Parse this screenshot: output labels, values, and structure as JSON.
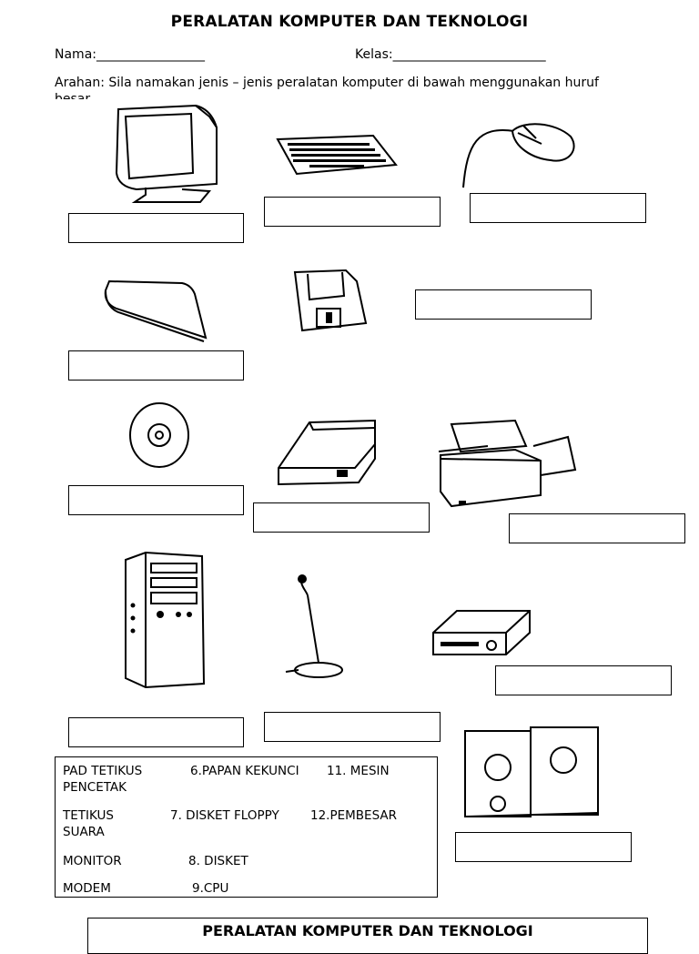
{
  "title": "PERALATAN  KOMPUTER DAN TEKNOLOGI",
  "fields": {
    "nama": "Nama:_________________",
    "kelas": "Kelas:________________________"
  },
  "instructions": "Arahan: Sila namakan jenis – jenis peralatan komputer di bawah  menggunakan huruf besar",
  "images": [
    "monitor-icon",
    "keyboard-icon",
    "mouse-icon",
    "mouse-pad-icon",
    "floppy-disk-icon",
    "cd-disk-icon",
    "scanner-icon",
    "printer-icon",
    "cpu-tower-icon",
    "microphone-icon",
    "modem-icon",
    "speakers-icon"
  ],
  "word_list": {
    "row1": [
      "PAD TETIKUS",
      "6.PAPAN KEKUNCI",
      "11. MESIN"
    ],
    "row1_wrap": "PENCETAK",
    "row2": [
      "TETIKUS",
      "7. DISKET FLOPPY",
      "12.PEMBESAR"
    ],
    "row2_wrap": "SUARA",
    "row3": [
      "MONITOR",
      "8. DISKET"
    ],
    "row4": [
      "MODEM",
      "9.CPU"
    ]
  },
  "footer_title": "PERALATAN KOMPUTER DAN TEKNOLOGI"
}
